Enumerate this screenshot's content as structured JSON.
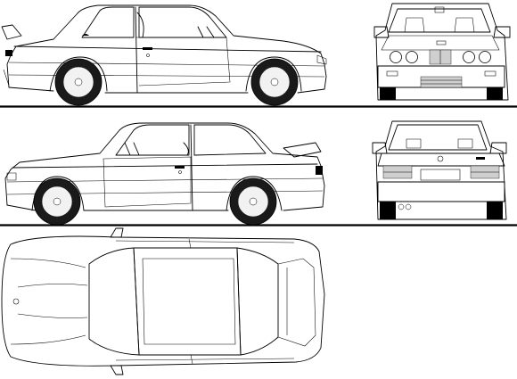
{
  "views": [
    {
      "id": "side-left",
      "label": ""
    },
    {
      "id": "front",
      "label": ""
    },
    {
      "id": "side-right",
      "label": ""
    },
    {
      "id": "rear",
      "label": ""
    },
    {
      "id": "top",
      "label": ""
    }
  ],
  "colors": {
    "background": "#ffffff",
    "line": "#000000",
    "tyre": "#1a1a1a",
    "grille": "#cfcfcf"
  }
}
